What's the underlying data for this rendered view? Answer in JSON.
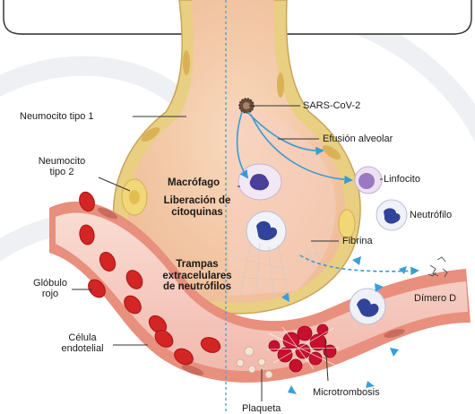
{
  "labels": {
    "neumocito_tipo_1": "Neumocito tipo 1",
    "neumocito_tipo_2": [
      "Neumocito",
      "tipo 2"
    ],
    "globulo_rojo": [
      "Glóbulo",
      "rojo"
    ],
    "celula_endotelial": [
      "Célula",
      "endotelial"
    ],
    "sars_cov_2": "SARS-CoV-2",
    "efusion_alveolar": "Efusión alveolar",
    "macrofago": "Macrófago",
    "liberacion_citoquinas": [
      "Liberación de",
      "citoquinas"
    ],
    "linfocito": "Linfocito",
    "neutrofilo": "Neutrófilo",
    "fibrina": "Fibrina",
    "trampas_extracelulares": [
      "Trampas",
      "extracelulares",
      "de neutrófilos"
    ],
    "dimero_d": "Dímero D",
    "microtrombosis": "Microtrombosis",
    "plaqueta": "Plaqueta"
  },
  "colors": {
    "alveolus_fill": "#f3c8a6",
    "alveolus_wall": "#e9cf82",
    "vessel_fill": "#f6cdc4",
    "vessel_wall": "#e88f7e",
    "red_cell": "#d42525",
    "divider": "#4aa7d6",
    "leader": "#333333",
    "cytokine_arrow": "#3a9bd1"
  }
}
